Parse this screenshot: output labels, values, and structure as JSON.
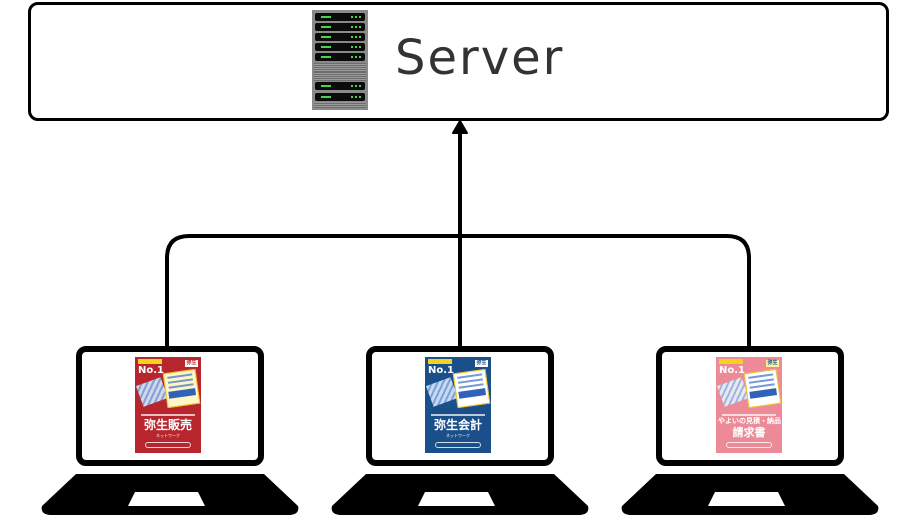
{
  "server": {
    "label": "Server",
    "icon": "server-rack-icon",
    "led_color": "#4fd14a"
  },
  "connections": {
    "direction": "clients-to-server",
    "arrow_icon": "arrow-up-icon",
    "stroke_color": "#000000"
  },
  "clients": [
    {
      "device": "laptop",
      "product": {
        "title": "弥生販売",
        "subtitle": "ネットワーク",
        "badge": "No.1",
        "version_badge": "25",
        "brand": "弥生",
        "color": "#b8262d"
      }
    },
    {
      "device": "laptop",
      "product": {
        "title": "弥生会計",
        "subtitle": "ネットワーク",
        "badge": "No.1",
        "version_badge": "25",
        "brand": "弥生",
        "color": "#1b4f8a"
      }
    },
    {
      "device": "laptop",
      "product": {
        "title": "見積・納品・請求書",
        "title_line1": "やよいの見積・納品・",
        "title_line2": "請求書",
        "subtitle": "",
        "badge": "No.1",
        "version_badge": "25",
        "brand": "弥生",
        "color": "#ec8a98"
      }
    }
  ]
}
